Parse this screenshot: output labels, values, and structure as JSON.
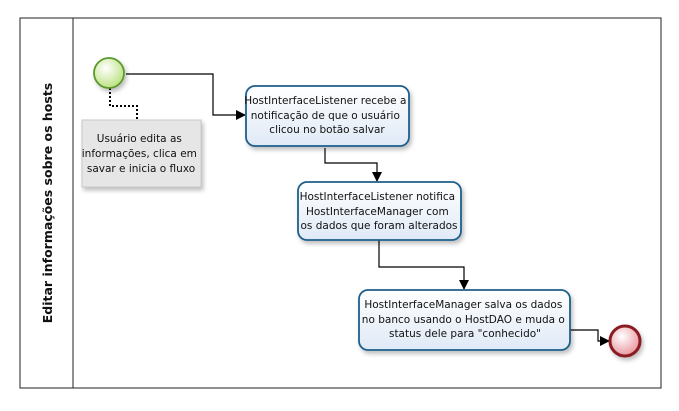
{
  "pool": {
    "label": "Editar informações sobre os hosts"
  },
  "annotation": {
    "lines": [
      "Usuário edita as",
      "informações, clica em",
      "savar e inicia o fluxo"
    ]
  },
  "tasks": [
    {
      "lines": [
        "HostInterfaceListener recebe a",
        "notificação de que o usuário",
        "clicou no botão salvar"
      ]
    },
    {
      "lines": [
        "HostInterfaceListener notifica",
        "HostInterfaceManager com",
        "os dados que foram alterados"
      ]
    },
    {
      "lines": [
        "HostInterfaceManager salva os dados",
        "no banco usando o HostDAO e muda o",
        "status dele para \"conhecido\""
      ]
    }
  ],
  "colors": {
    "task_fill": "#eaf1fa",
    "task_stroke": "#1f5f8b",
    "start_fill": "#b8e07a",
    "start_stroke": "#5a9a2a",
    "end_fill": "#f0a0a8",
    "end_stroke": "#8a1a24",
    "note_fill": "#e6e6e6"
  }
}
